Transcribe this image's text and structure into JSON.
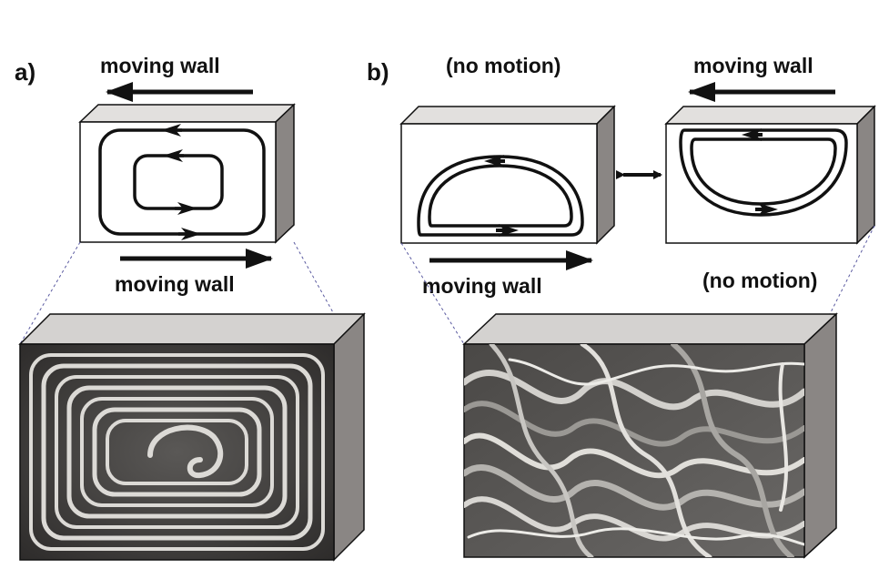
{
  "panel_a": {
    "label": "a)",
    "top_wall": "moving wall",
    "bottom_wall": "moving wall"
  },
  "panel_b": {
    "label": "b)",
    "left_top": "(no motion)",
    "left_bottom": "moving wall",
    "right_top": "moving wall",
    "right_bottom": "(no motion)"
  },
  "colors": {
    "ink": "#111111",
    "box_side": "#8a8684",
    "box_top": "#d4d2d0",
    "fluid_dark": "#3a3836",
    "fluid_light": "#d8d6d2"
  }
}
